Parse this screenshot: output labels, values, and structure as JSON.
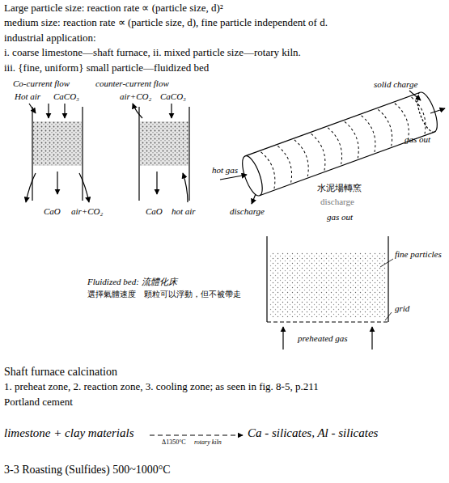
{
  "diagram": {
    "labels": [
      "Large particle size: reaction rate ∝ (particle size, d)²",
      "medium size: reaction rate ∝ (particle size, d), fine particle independent of d.",
      "industrial application:",
      "i. coarse limestone—shaft furnace, ii. mixed particle size—rotary kiln.",
      "iii. {fine, uniform} small particle—fluidized bed",
      "Co-current flow",
      "counter-current flow",
      "Hot air",
      "CaCO₃",
      "CaO",
      "air+CO₂",
      "air+CO₂",
      "CaCO₃",
      "CaO",
      "hot air",
      "solid charge",
      "gas out",
      "hot gas",
      "discharge",
      "水泥場轉窯",
      "discharge",
      "gas out",
      "Fluidized bed: 流體化床",
      "選擇氣體速度　顆粒可以浮動，但不被帶走",
      "fine particles",
      "grid",
      "preheated gas",
      "Shaft furnace calcination",
      "1. preheat zone, 2. reaction zone, 3. cooling zone; as seen in fig. 8-5, p.211",
      "Portland cement",
      "limestone + clay materials",
      "Δ1350°C",
      "rotary kiln",
      "Ca - silicates, Al - silicates",
      "3-3 Roasting (Sulfides) 500~1000°C"
    ]
  }
}
